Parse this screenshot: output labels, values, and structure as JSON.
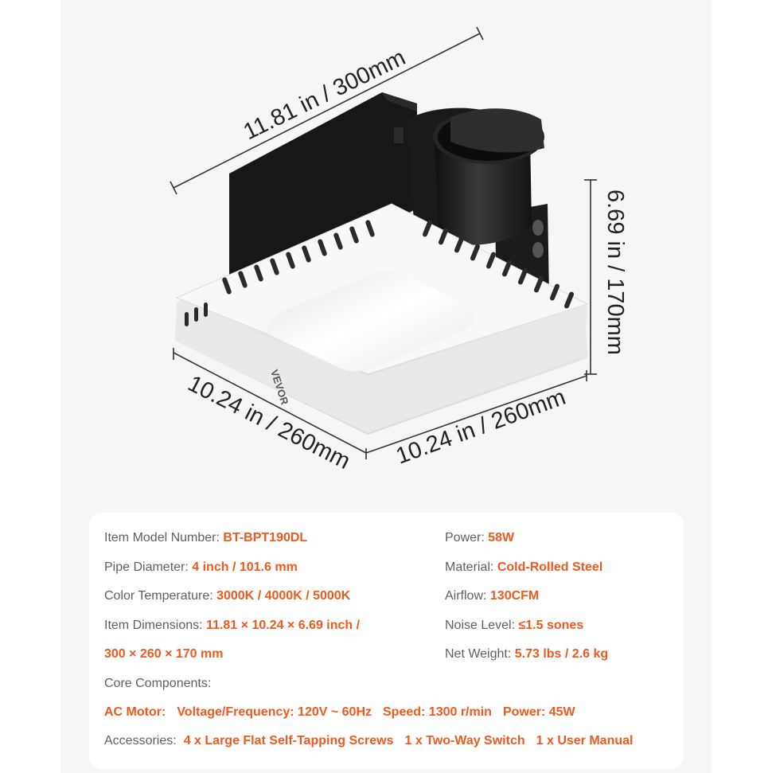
{
  "dimensions": {
    "length": "11.81 in / 300mm",
    "height": "6.69 in / 170mm",
    "width_left": "10.24 in / 260mm",
    "width_right": "10.24 in / 260mm"
  },
  "product": {
    "brand": "VEVOR"
  },
  "specs": {
    "model": {
      "label": "Item Model Number:",
      "value": "BT-BPT190DL"
    },
    "pipe": {
      "label": "Pipe Diameter:",
      "value": "4 inch / 101.6 mm"
    },
    "color_temp": {
      "label": "Color Temperature:",
      "value": "3000K / 4000K / 5000K"
    },
    "dimensions": {
      "label": "Item Dimensions:",
      "value": "11.81 × 10.24 × 6.69 inch /",
      "value2": "300 × 260 × 170 mm"
    },
    "power": {
      "label": "Power:",
      "value": "58W"
    },
    "material": {
      "label": "Material:",
      "value": "Cold-Rolled Steel"
    },
    "airflow": {
      "label": "Airflow:",
      "value": "130CFM"
    },
    "noise": {
      "label": "Noise Level:",
      "value": "≤1.5 sones"
    },
    "weight": {
      "label": "Net Weight:",
      "value": "5.73 lbs / 2.6 kg"
    },
    "core": {
      "label": "Core Components:"
    },
    "motor": {
      "label": "AC Motor:",
      "voltage": "Voltage/Frequency: 120V ~ 60Hz",
      "speed": "Speed: 1300 r/min",
      "power": "Power: 45W"
    },
    "accessories": {
      "label": "Accessories:",
      "item1": "4 x Large Flat Self-Tapping Screws",
      "item2": "1 x Two-Way Switch",
      "item3": "1 x User Manual"
    }
  }
}
